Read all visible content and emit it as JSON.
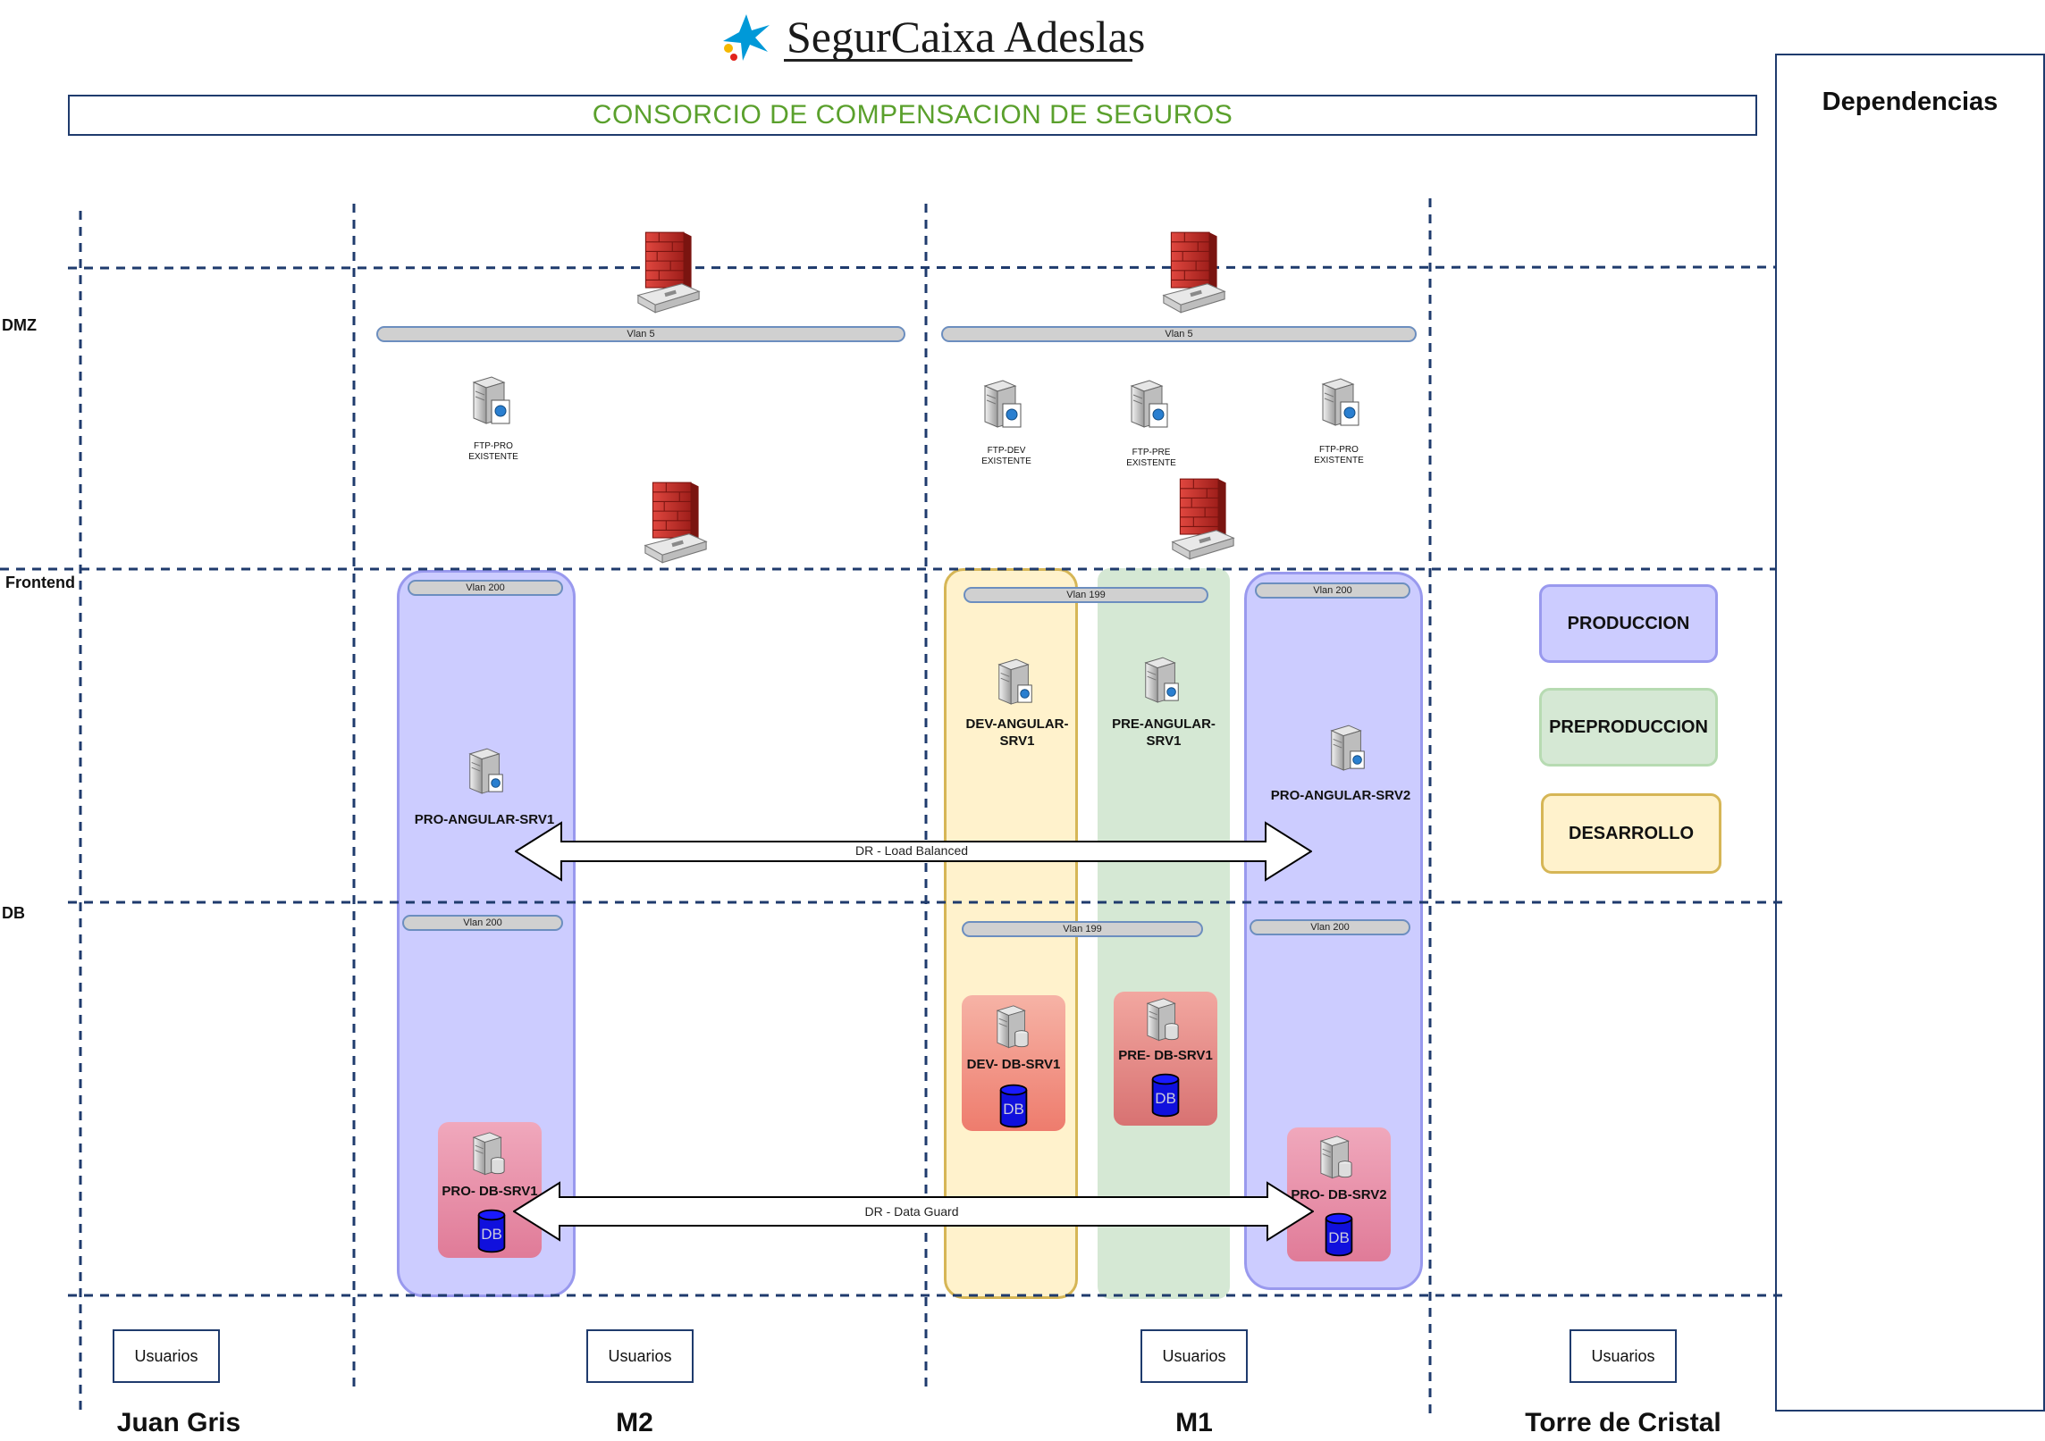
{
  "brand": {
    "name": "SegurCaixa Adeslas"
  },
  "title": "CONSORCIO DE COMPENSACION DE SEGUROS",
  "dependencies": {
    "title": "Dependencias"
  },
  "zones": {
    "dmz": "DMZ",
    "frontend": "Frontend",
    "db": "DB"
  },
  "sites": [
    "Juan Gris",
    "M2",
    "M1",
    "Torre de Cristal"
  ],
  "users_label": "Usuarios",
  "dmz": {
    "vlan_left": "Vlan 5",
    "vlan_right": "Vlan 5",
    "servers": [
      {
        "line1": "FTP-PRO",
        "line2": "EXISTENTE"
      },
      {
        "line1": "FTP-DEV",
        "line2": "EXISTENTE"
      },
      {
        "line1": "FTP-PRE",
        "line2": "EXISTENTE"
      },
      {
        "line1": "FTP-PRO",
        "line2": "EXISTENTE"
      }
    ]
  },
  "frontend": {
    "vlan_prod_left": "Vlan 200",
    "vlan_devpre": "Vlan 199",
    "vlan_prod_right": "Vlan 200",
    "pro_srv1": "PRO-ANGULAR-SRV1",
    "dev_srv1": "DEV-ANGULAR-SRV1",
    "pre_srv1": "PRE-ANGULAR-SRV1",
    "pro_srv2": "PRO-ANGULAR-SRV2",
    "arrow": "DR - Load Balanced"
  },
  "db": {
    "vlan_prod_left": "Vlan 200",
    "vlan_devpre": "Vlan 199",
    "vlan_prod_right": "Vlan 200",
    "pro_srv1": "PRO- DB-SRV1",
    "dev_srv1": "DEV- DB-SRV1",
    "pre_srv1": "PRE- DB-SRV1",
    "pro_srv2": "PRO- DB-SRV2",
    "db_icon": "DB",
    "arrow": "DR - Data Guard"
  },
  "legend": {
    "prod": "PRODUCCION",
    "pre": "PREPRODUCCION",
    "dev": "DESARROLLO"
  },
  "colors": {
    "title_green": "#5aa02c",
    "dashed_navy": "#1f3b6d",
    "prod_fill": "#ccccff",
    "pre_fill": "#d5e8d4",
    "dev_fill": "#fff2cc",
    "firewall_red": "#c0302a",
    "db_blue": "#1010dd"
  },
  "icons": [
    "caixa-star-logo",
    "firewall-icon",
    "ftp-server-icon",
    "web-server-icon",
    "db-server-icon",
    "database-cylinder-icon"
  ]
}
